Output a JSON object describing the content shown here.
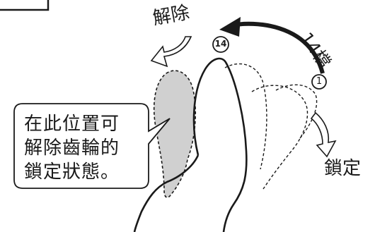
{
  "labels": {
    "release": "解除",
    "lock": "鎖定",
    "gear_count": "14檔",
    "gear_start": "1",
    "gear_end": "14"
  },
  "callout": {
    "lines": [
      "在此位置可",
      "解除齒輪的",
      "鎖定狀態。"
    ]
  },
  "colors": {
    "stroke": "#1a1a1a",
    "shaded": "#d0d0d0",
    "background": "#ffffff"
  }
}
